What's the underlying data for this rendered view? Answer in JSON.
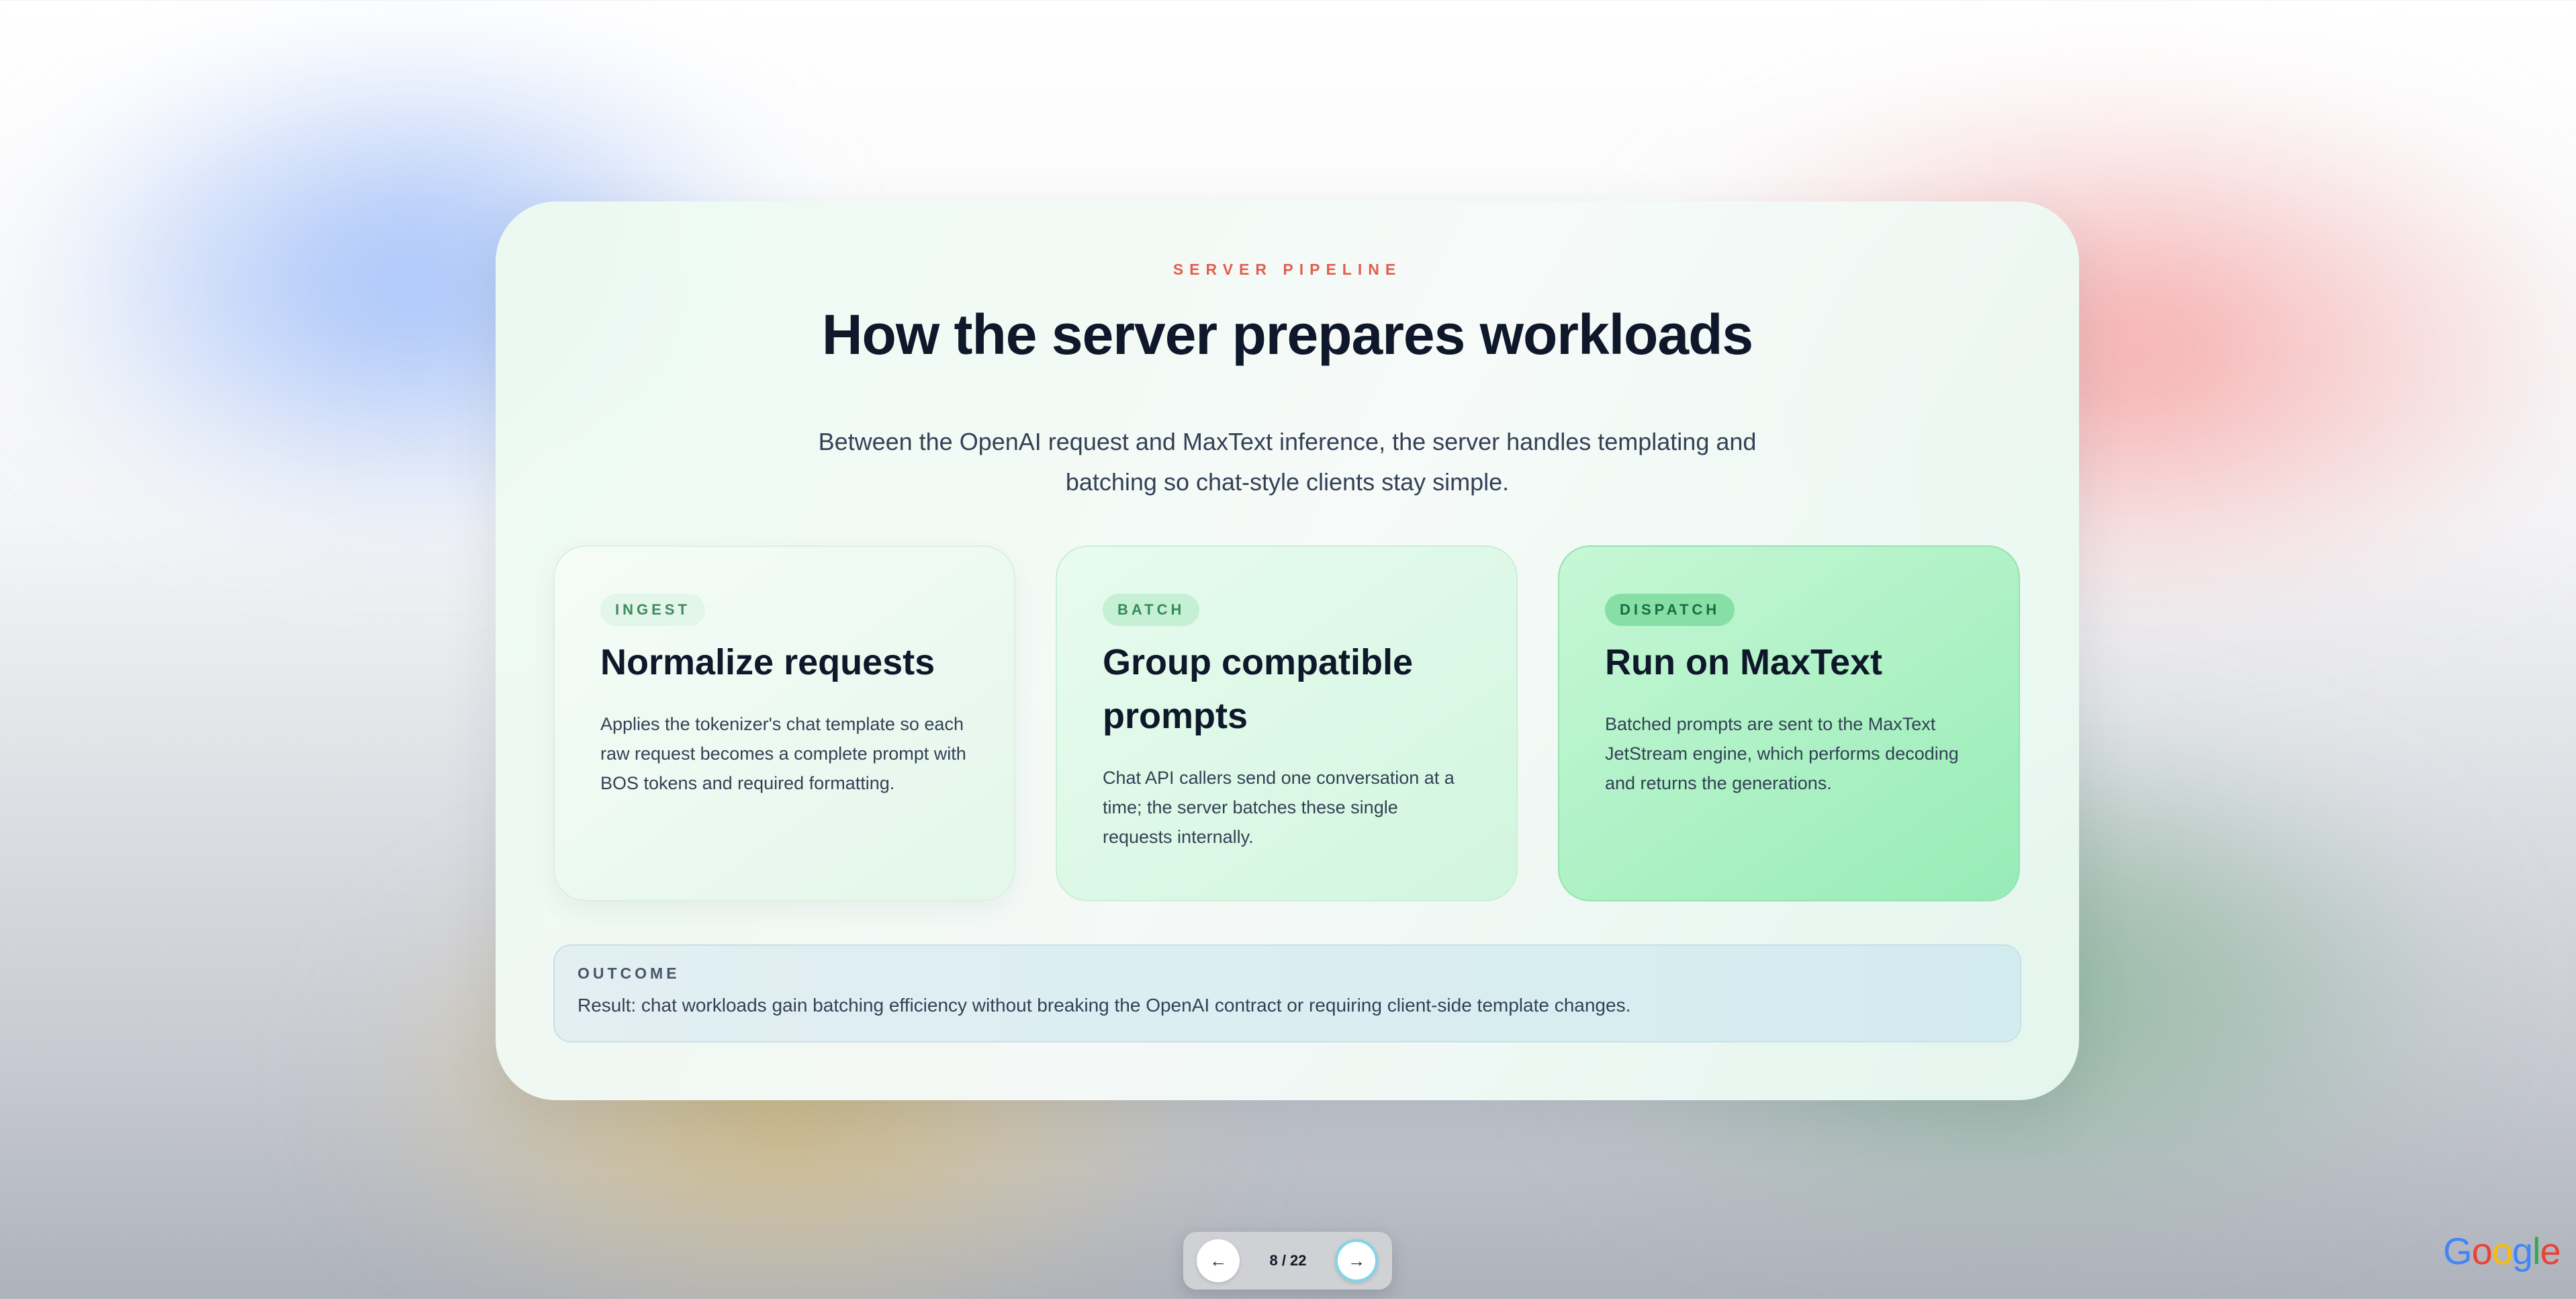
{
  "slide": {
    "eyebrow": "SERVER PIPELINE",
    "title": "How the server prepares workloads",
    "subtitle": "Between the OpenAI request and MaxText inference, the server handles templating and batching so chat-style clients stay simple."
  },
  "cards": [
    {
      "tag": "INGEST",
      "title": "Normalize requests",
      "body": "Applies the tokenizer's chat template so each raw request becomes a complete prompt with BOS tokens and required formatting."
    },
    {
      "tag": "BATCH",
      "title": "Group compatible prompts",
      "body": "Chat API callers send one conversation at a time; the server batches these single requests internally."
    },
    {
      "tag": "DISPATCH",
      "title": "Run on MaxText",
      "body": "Batched prompts are sent to the MaxText JetStream engine, which performs decoding and returns the generations."
    }
  ],
  "outcome": {
    "label": "OUTCOME",
    "text": "Result: chat workloads gain batching efficiency without breaking the OpenAI contract or requiring client-side template changes."
  },
  "nav": {
    "prev_icon": "←",
    "next_icon": "→",
    "page": "8 / 22"
  },
  "logo": {
    "text": "Google",
    "colors": [
      "#4285F4",
      "#EA4335",
      "#FBBC05",
      "#4285F4",
      "#34A853",
      "#EA4335"
    ]
  }
}
